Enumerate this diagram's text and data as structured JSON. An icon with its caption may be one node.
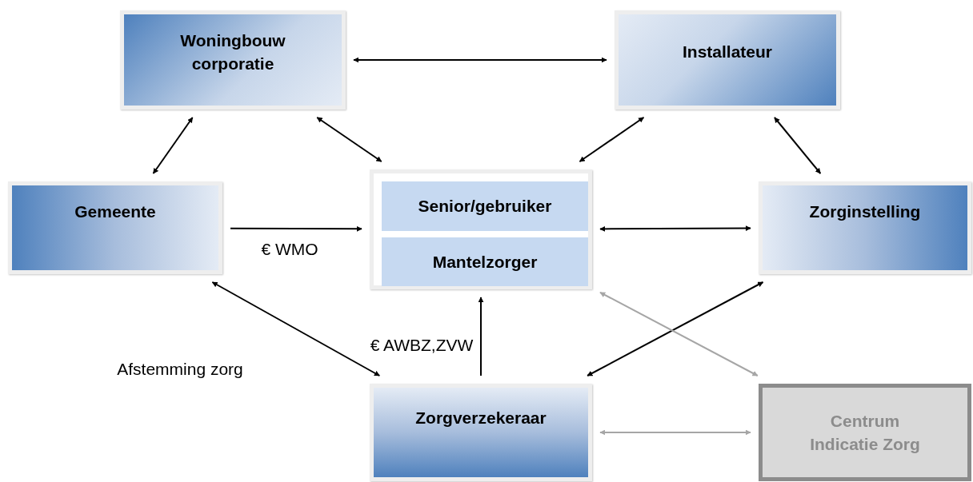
{
  "diagram": {
    "nodes": [
      {
        "text": [
          "Woningbouw corporatie"
        ]
      },
      {
        "text": [
          "Installateur"
        ]
      },
      {
        "text": [
          "Gemeente"
        ]
      },
      {
        "text": [],
        "shape": "box"
      },
      {
        "text": [
          "Senior/gebruiker"
        ],
        "in": 3
      },
      {
        "text": [
          "Mantelzorger"
        ],
        "in": 3
      },
      {
        "text": [
          "Zorginstelling"
        ]
      },
      {
        "text": [
          "Zorgverzekeraar"
        ]
      },
      {
        "text": [
          "Centrum Indicatie Zorg"
        ]
      }
    ],
    "edges": [
      {
        "from": 0,
        "to": 1,
        "arrow": "both"
      },
      {
        "from": 0,
        "to": 2,
        "arrow": "both"
      },
      {
        "from": 0,
        "to": 3,
        "arrow": "both"
      },
      {
        "from": 1,
        "to": 3,
        "arrow": "both"
      },
      {
        "from": 1,
        "to": 6,
        "arrow": "both"
      },
      {
        "from": 2,
        "to": 3,
        "arrow": "to",
        "label": "€ WMO"
      },
      {
        "from": 3,
        "to": 6,
        "arrow": "both"
      },
      {
        "from": 2,
        "to": 7,
        "arrow": "both",
        "label": "Afstemming zorg"
      },
      {
        "from": 7,
        "to": 3,
        "arrow": "to",
        "label": "€ AWBZ,ZVW"
      },
      {
        "from": 6,
        "to": 7,
        "arrow": "both"
      },
      {
        "from": 3,
        "to": 8,
        "arrow": "both",
        "color": "#a6a6a6"
      },
      {
        "from": 7,
        "to": 8,
        "arrow": "both",
        "color": "#a6a6a6"
      }
    ]
  }
}
